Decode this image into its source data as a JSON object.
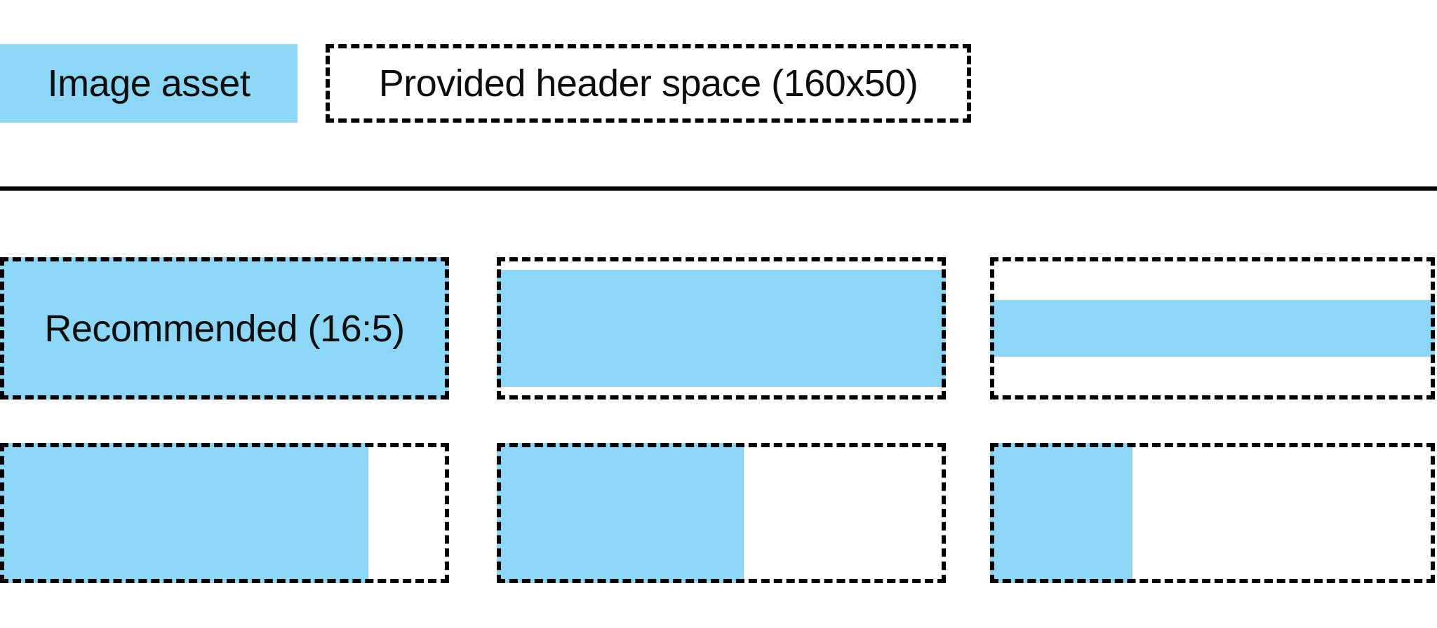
{
  "meta": {
    "background_color": "#ffffff",
    "asset_color": "#8dd7f6",
    "line_color": "#000000",
    "text_color": "#0d0d0d"
  },
  "legend": {
    "image_asset_label": "Image asset",
    "header_space_label": "Provided header space (160x50)"
  },
  "examples": {
    "rows": [
      {
        "name": "wide-images-fit-to-width",
        "items": [
          {
            "label": "Recommended (16:5)",
            "fill": {
              "x": 0,
              "y": 0,
              "w": 100,
              "h": 100
            }
          },
          {
            "label": "",
            "fill": {
              "x": 0,
              "y": 9,
              "w": 100,
              "h": 82
            }
          },
          {
            "label": "",
            "fill": {
              "x": 0,
              "y": 30,
              "w": 100,
              "h": 40
            }
          }
        ]
      },
      {
        "name": "tall-images-fit-to-height",
        "items": [
          {
            "label": "",
            "fill": {
              "x": 0,
              "y": 0,
              "w": 82,
              "h": 100
            }
          },
          {
            "label": "",
            "fill": {
              "x": 0,
              "y": 0,
              "w": 55,
              "h": 100
            }
          },
          {
            "label": "",
            "fill": {
              "x": 0,
              "y": 0,
              "w": 32,
              "h": 100
            }
          }
        ]
      }
    ]
  }
}
